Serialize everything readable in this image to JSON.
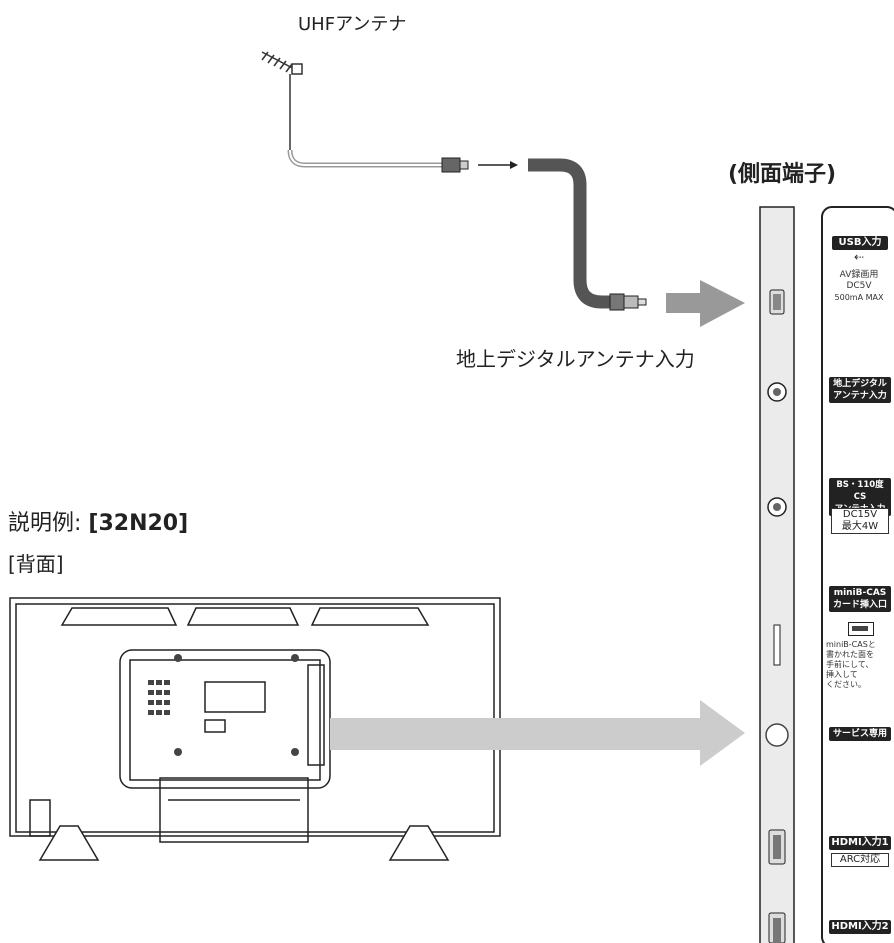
{
  "antenna": {
    "uhf_label": "UHFアンテナ",
    "input_label": "地上デジタルアンテナ入力"
  },
  "side_terminal_title": "(側面端子)",
  "example": {
    "prefix": "説明例:",
    "model": "[32N20]",
    "view_label": "[背面]"
  },
  "ports": {
    "usb": {
      "title": "USB入力",
      "line1": "AV録画用",
      "line2": "DC5V",
      "line3": "500mA MAX"
    },
    "terrestrial": {
      "title_line1": "地上デジタル",
      "title_line2": "アンテナ入力"
    },
    "bs": {
      "title_line1": "BS・110度CS",
      "title_line2": "アンテナ入力",
      "box_line1": "DC15V",
      "box_line2": "最大4W"
    },
    "cas": {
      "title_line1": "miniB-CAS",
      "title_line2": "カード挿入口",
      "note": [
        "miniB-CASと",
        "書かれた面を",
        "手前にして、",
        "挿入して",
        "ください。"
      ]
    },
    "service": {
      "title": "サービス専用"
    },
    "hdmi1": {
      "title": "HDMI入力1",
      "box": "ARC対応"
    },
    "hdmi2": {
      "title": "HDMI入力2"
    }
  }
}
